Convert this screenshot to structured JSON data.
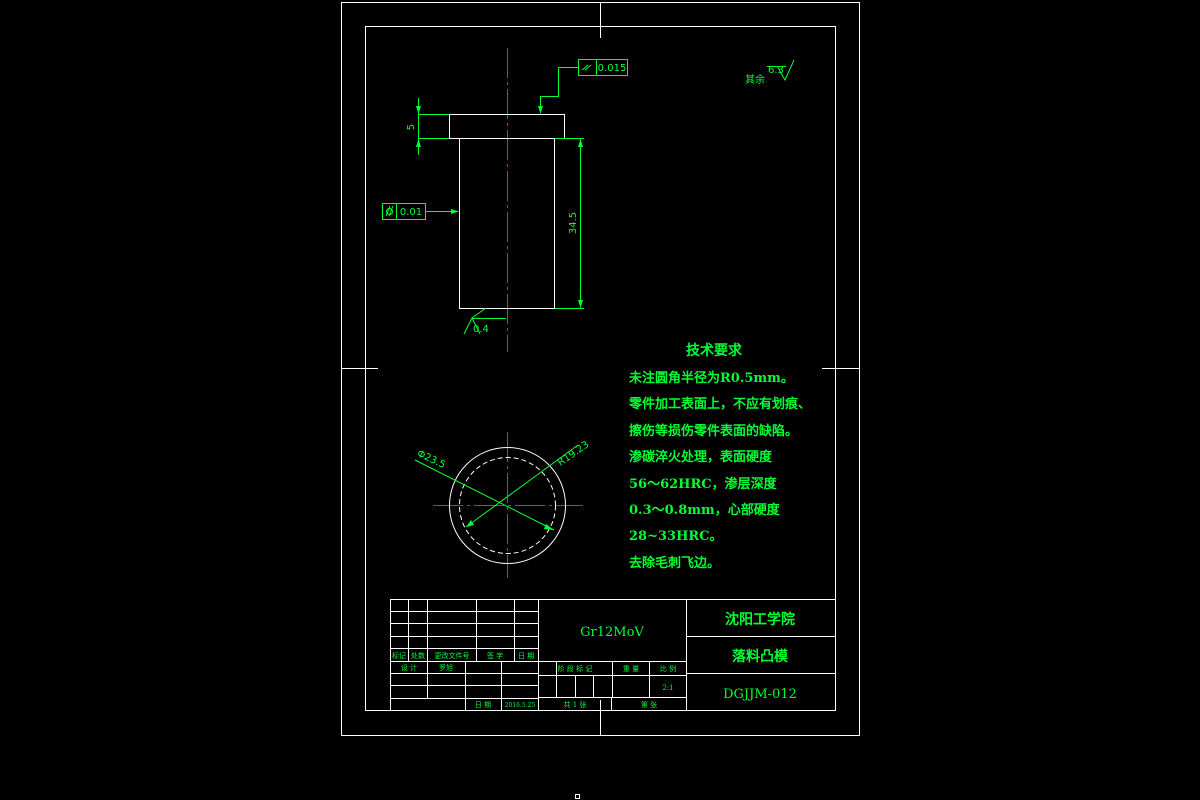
{
  "colors": {
    "background": "#000000",
    "frame": "#ffffff",
    "annotation": "#00ff33",
    "centerline": "#ff2020"
  },
  "tolerances": {
    "parallelism_value": "0.015",
    "cylindricity_value": "0.01"
  },
  "roughness": {
    "rest_label": "其余",
    "rest_value": "6.3",
    "bottom_value": "0.4"
  },
  "dimensions": {
    "head_height": "5",
    "body_length": "34.5",
    "diameter_outer": "Φ23.5",
    "diameter_inner": "R19.23"
  },
  "tech_requirements": {
    "title": "技术要求",
    "lines": [
      "未注圆角半径为R0.5mm。",
      "零件加工表面上，不应有划痕、",
      "擦伤等损伤零件表面的缺陷。",
      "渗碳淬火处理，表面硬度",
      "56～62HRC，渗层深度",
      "0.3～0.8mm，心部硬度",
      "28~33HRC。",
      "去除毛刺飞边。"
    ]
  },
  "title_block": {
    "material": "Gr12MoV",
    "school": "沈阳工学院",
    "part_name": "落料凸模",
    "drawing_number": "DGJJM-012",
    "left_header": [
      "标记",
      "处数",
      "更改文件号",
      "签 字",
      "日 期"
    ],
    "designer_label": "设 计",
    "designer_name": "罗旭",
    "date_label": "日 期",
    "date_value": "2016.5.25",
    "stage_label": "阶 段 标 记",
    "weight_label": "重 量",
    "scale_label": "比 例",
    "scale_value": "2:1",
    "sheet_total": "共 1 张",
    "sheet_number": "第  张"
  }
}
